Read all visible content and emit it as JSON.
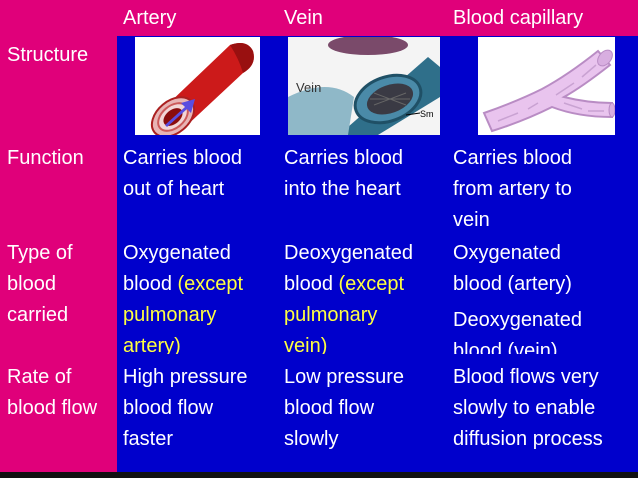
{
  "columns": {
    "artery": "Artery",
    "vein": "Vein",
    "capillary": "Blood capillary"
  },
  "rows": {
    "structure": "Structure",
    "function_line1": "Function",
    "type_line1": "Type of",
    "type_line2": "blood",
    "type_line3": "carried",
    "rate_line1": "Rate of",
    "rate_line2": "blood flow"
  },
  "images": {
    "vein_label": "Vein",
    "vein_partial_label": "Sm"
  },
  "function": {
    "artery": [
      "Carries blood",
      "out of heart"
    ],
    "vein": [
      "Carries blood",
      "into the heart"
    ],
    "capillary": [
      "Carries blood",
      "from artery to",
      "vein"
    ]
  },
  "type": {
    "artery_line1": "Oxygenated",
    "artery_line2a": "blood ",
    "artery_line2b": "(except",
    "artery_line3": "pulmonary",
    "artery_line4": "artery)",
    "vein_line1": "Deoxygenated",
    "vein_line2a": "blood ",
    "vein_line2b": "(except",
    "vein_line3": "pulmonary",
    "vein_line4": "vein)",
    "cap_line1": "Oxygenated",
    "cap_line2": "blood (artery)",
    "cap_line3": "Deoxygenated",
    "cap_line4": "blood (vein)"
  },
  "rate": {
    "artery": [
      "High pressure",
      "blood flow",
      "faster"
    ],
    "vein": [
      "Low pressure",
      "blood flow",
      "slowly"
    ],
    "capillary": [
      "Blood flows very",
      "slowly to enable",
      "diffusion process"
    ]
  },
  "colors": {
    "magenta": "#e0007a",
    "blue": "#0000cc",
    "highlight": "#ffff40"
  }
}
